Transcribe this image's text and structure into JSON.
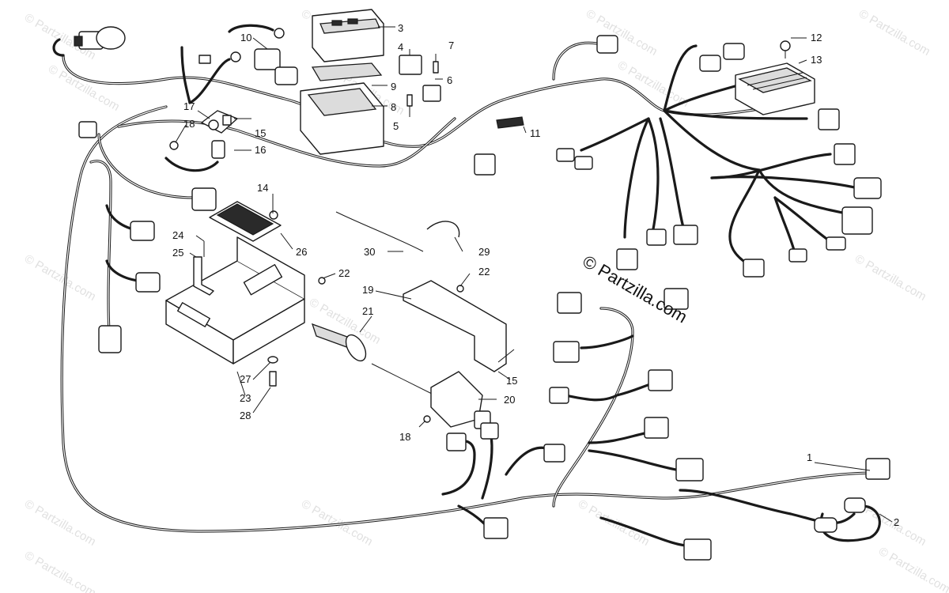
{
  "callouts": [
    {
      "id": "c1",
      "text": "1"
    },
    {
      "id": "c2",
      "text": "2"
    },
    {
      "id": "c3",
      "text": "3"
    },
    {
      "id": "c4",
      "text": "4"
    },
    {
      "id": "c5",
      "text": "5"
    },
    {
      "id": "c6",
      "text": "6"
    },
    {
      "id": "c7",
      "text": "7"
    },
    {
      "id": "c8",
      "text": "8"
    },
    {
      "id": "c9",
      "text": "9"
    },
    {
      "id": "c10",
      "text": "10"
    },
    {
      "id": "c11",
      "text": "11"
    },
    {
      "id": "c12",
      "text": "12"
    },
    {
      "id": "c13",
      "text": "13"
    },
    {
      "id": "c14",
      "text": "14"
    },
    {
      "id": "c15a",
      "text": "15"
    },
    {
      "id": "c15b",
      "text": "15"
    },
    {
      "id": "c16",
      "text": "16"
    },
    {
      "id": "c17",
      "text": "17"
    },
    {
      "id": "c18a",
      "text": "18"
    },
    {
      "id": "c18b",
      "text": "18"
    },
    {
      "id": "c19",
      "text": "19"
    },
    {
      "id": "c20",
      "text": "20"
    },
    {
      "id": "c21",
      "text": "21"
    },
    {
      "id": "c22a",
      "text": "22"
    },
    {
      "id": "c22b",
      "text": "22"
    },
    {
      "id": "c23",
      "text": "23"
    },
    {
      "id": "c24",
      "text": "24"
    },
    {
      "id": "c25",
      "text": "25"
    },
    {
      "id": "c26",
      "text": "26"
    },
    {
      "id": "c27",
      "text": "27"
    },
    {
      "id": "c28",
      "text": "28"
    },
    {
      "id": "c29",
      "text": "29"
    },
    {
      "id": "c30",
      "text": "30"
    }
  ],
  "watermark": {
    "main": "© Partzilla.com",
    "faint": "© Partzilla.com"
  }
}
